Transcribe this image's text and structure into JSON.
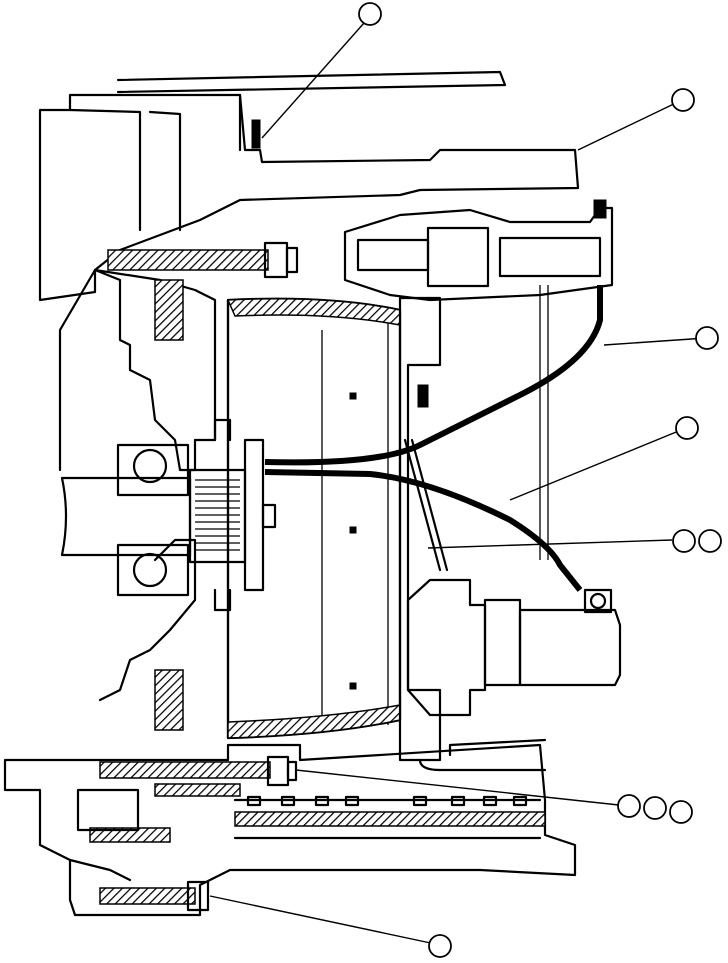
{
  "diagram": {
    "kind": "exploded cross-section line drawing",
    "colors": {
      "line": "#000000",
      "background": "#ffffff"
    },
    "callouts": [
      {
        "id": "c1",
        "label": ""
      },
      {
        "id": "c2",
        "label": ""
      },
      {
        "id": "c3",
        "label": ""
      },
      {
        "id": "c4",
        "label": ""
      },
      {
        "id": "c5",
        "label": ""
      },
      {
        "id": "c6",
        "label": ""
      },
      {
        "id": "c7",
        "label": ""
      },
      {
        "id": "c8",
        "label": ""
      }
    ]
  }
}
